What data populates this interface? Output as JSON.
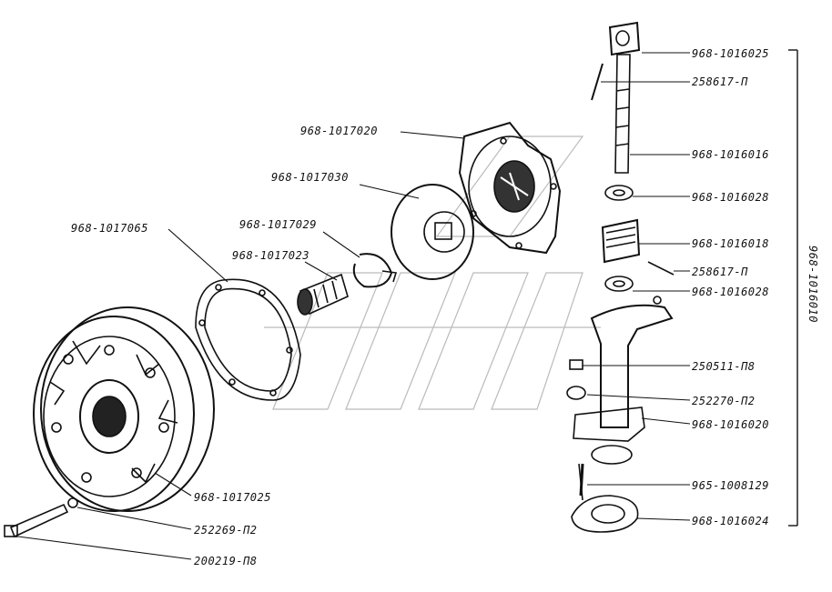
{
  "parts": {
    "p1": "968-1016025",
    "p2": "258617-П",
    "p3": "968-1016016",
    "p4": "968-1016028",
    "p5": "968-1016018",
    "p6": "258617-П",
    "p7": "968-1016028",
    "p8": "250511-П8",
    "p9": "252270-П2",
    "p10": "968-1016020",
    "p11": "965-1008129",
    "p12": "968-1016024",
    "p13": "968-1017020",
    "p14": "968-1017030",
    "p15": "968-1017029",
    "p16": "968-1017023",
    "p17": "968-1017065",
    "p18": "968-1017025",
    "p19": "252269-П2",
    "p20": "200219-П8"
  },
  "assembly_label": "968-1016010"
}
